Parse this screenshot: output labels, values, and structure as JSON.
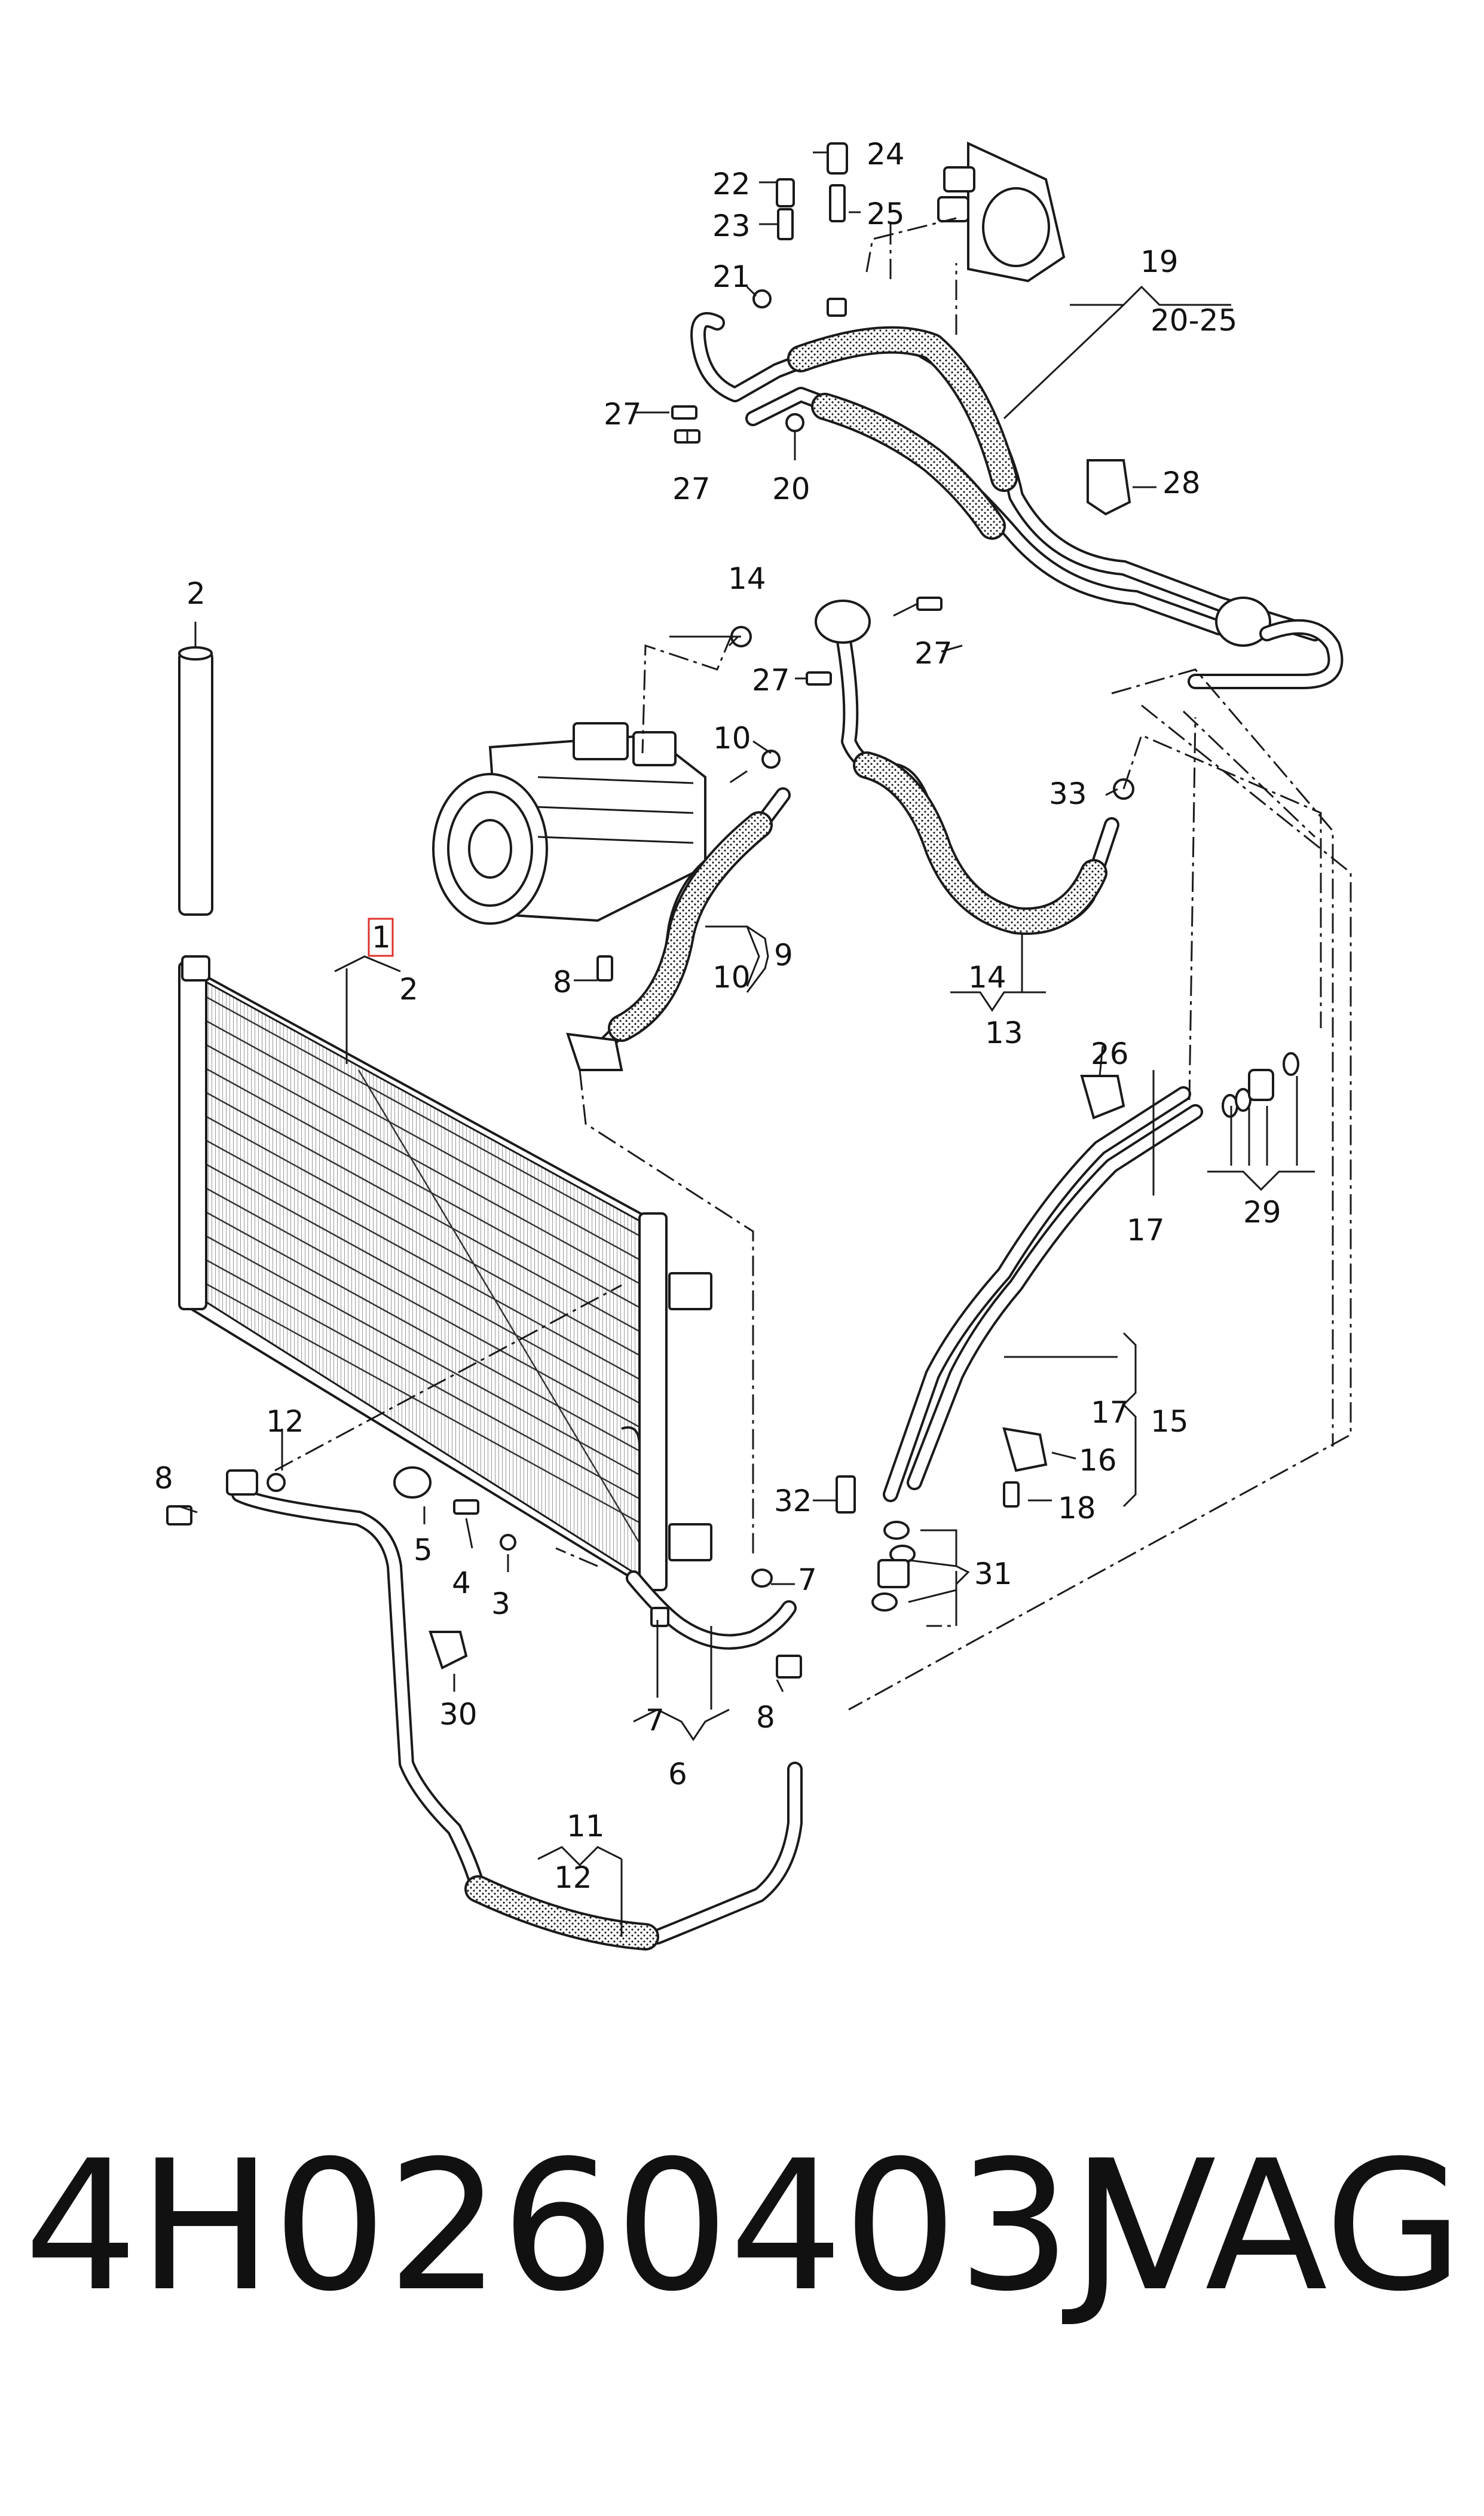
{
  "diagram": {
    "callouts": {
      "c1": "1",
      "c2_tube": "2",
      "c2_sub": "2",
      "c3": "3",
      "c4": "4",
      "c5": "5",
      "c6": "6",
      "c7a": "7",
      "c7b": "7",
      "c8a": "8",
      "c8b": "8",
      "c8c": "8",
      "c9": "9",
      "c10a": "10",
      "c10b": "10",
      "c11": "11",
      "c12a": "12",
      "c12b": "12",
      "c13": "13",
      "c14a": "14",
      "c14b": "14",
      "c15": "15",
      "c16": "16",
      "c17a": "17",
      "c17b": "17",
      "c18": "18",
      "c19": "19",
      "c20a": "20",
      "c20b": "20-25",
      "c21": "21",
      "c22": "22",
      "c23": "23",
      "c24": "24",
      "c25": "25",
      "c26": "26",
      "c27a": "27",
      "c27b": "27",
      "c27c": "27",
      "c27d": "27",
      "c28": "28",
      "c29": "29",
      "c30": "30",
      "c31": "31",
      "c32": "32",
      "c33": "33"
    },
    "highlight_color": "#e0302a"
  },
  "footer": {
    "part_number": "4H0260403J",
    "brand": "VAG"
  }
}
